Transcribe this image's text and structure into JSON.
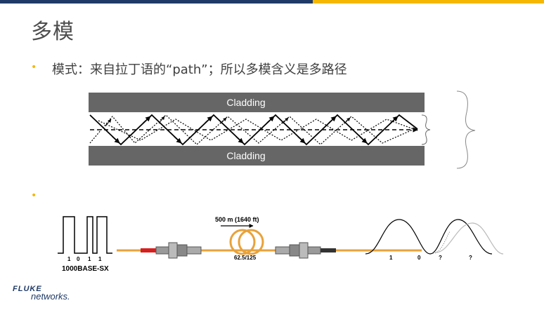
{
  "slide": {
    "title": "多模",
    "bullet_1": "模式：来自拉丁语的“path”；所以多模含义是多路径",
    "bullet_2": ""
  },
  "mode_diagram": {
    "cladding_top": "Cladding",
    "cladding_bottom": "Cladding"
  },
  "signal_diagram": {
    "bits": [
      "1",
      "0",
      "1",
      "1"
    ],
    "standard": "1000BASE-SX",
    "distance": "500 m (1640 ft)",
    "fiber_type": "62.5/125",
    "received_bits": [
      "1",
      "0",
      "?",
      "?"
    ]
  },
  "logo": {
    "line1": "FLUKE",
    "line2": "networks."
  },
  "colors": {
    "brand_blue": "#1f3a66",
    "accent_yellow": "#f5b700",
    "cladding_gray": "#666666",
    "fiber_orange": "#e8a23a",
    "connector_red": "#d62020"
  }
}
